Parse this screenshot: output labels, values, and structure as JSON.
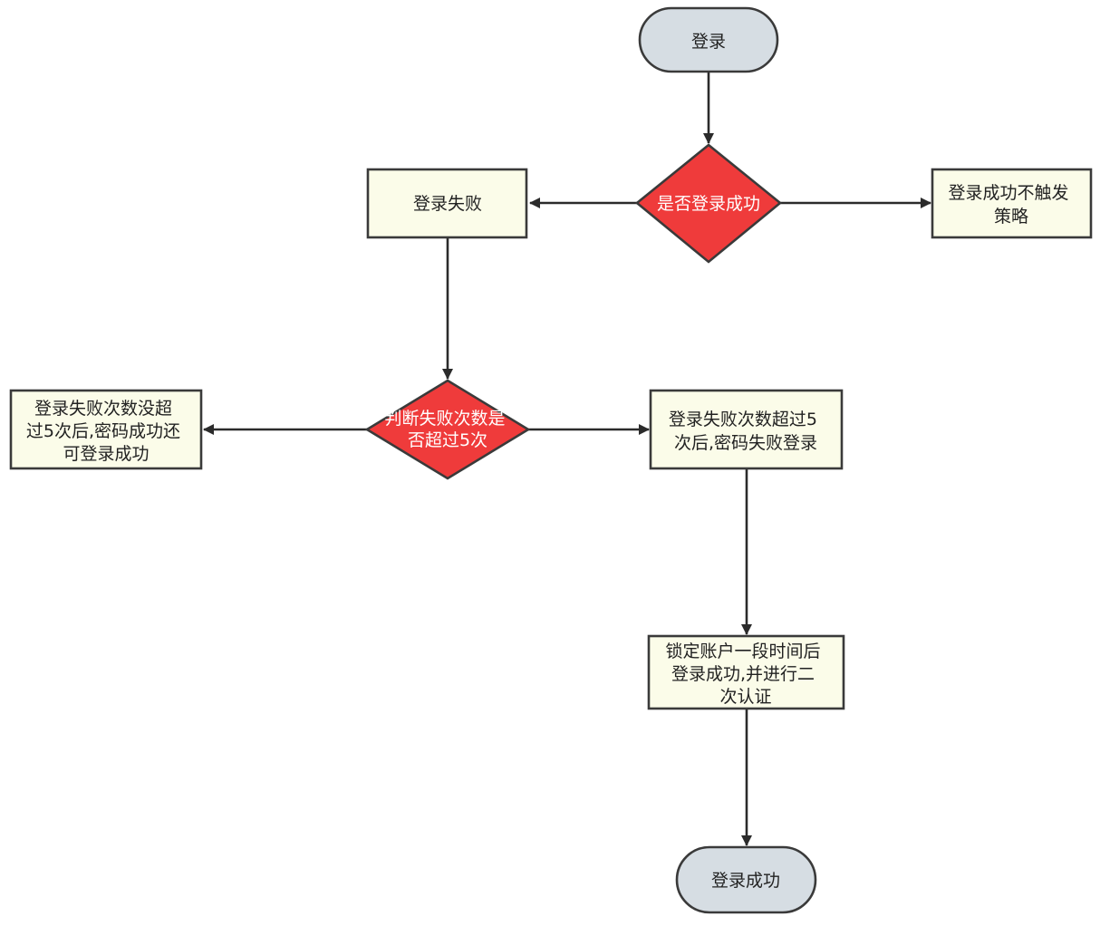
{
  "flowchart": {
    "nodes": {
      "start": {
        "shape": "terminal",
        "lines": [
          "登录"
        ]
      },
      "decision_success": {
        "shape": "decision",
        "lines": [
          "是否登录成功"
        ]
      },
      "login_failed": {
        "shape": "process",
        "lines": [
          "登录失败"
        ]
      },
      "success_no_trigger": {
        "shape": "process",
        "lines": [
          "登录成功不触发",
          "策略"
        ]
      },
      "decision_count": {
        "shape": "decision",
        "lines": [
          "判断失败次数是",
          "否超过5次"
        ]
      },
      "under_limit": {
        "shape": "process",
        "lines": [
          "登录失败次数没超",
          "过5次后,密码成功还",
          "可登录成功"
        ]
      },
      "over_limit": {
        "shape": "process",
        "lines": [
          "登录失败次数超过5",
          "次后,密码失败登录"
        ]
      },
      "lock_account": {
        "shape": "process",
        "lines": [
          "锁定账户一段时间后",
          "登录成功,并进行二",
          "次认证"
        ]
      },
      "end": {
        "shape": "terminal",
        "lines": [
          "登录成功"
        ]
      }
    },
    "edges": [
      {
        "from": "start",
        "to": "decision_success"
      },
      {
        "from": "decision_success",
        "to": "login_failed"
      },
      {
        "from": "decision_success",
        "to": "success_no_trigger"
      },
      {
        "from": "login_failed",
        "to": "decision_count"
      },
      {
        "from": "decision_count",
        "to": "under_limit"
      },
      {
        "from": "decision_count",
        "to": "over_limit"
      },
      {
        "from": "over_limit",
        "to": "lock_account"
      },
      {
        "from": "lock_account",
        "to": "end"
      }
    ],
    "colors": {
      "terminal_fill": "#d6dde3",
      "terminal_stroke": "#3a3a3a",
      "decision_fill": "#ef3b3b",
      "decision_stroke": "#3a3a3a",
      "decision_text": "#ffffff",
      "process_fill": "#fbfce9",
      "process_stroke": "#3a3a3a",
      "text": "#222222",
      "edge": "#2b2b2b"
    }
  }
}
